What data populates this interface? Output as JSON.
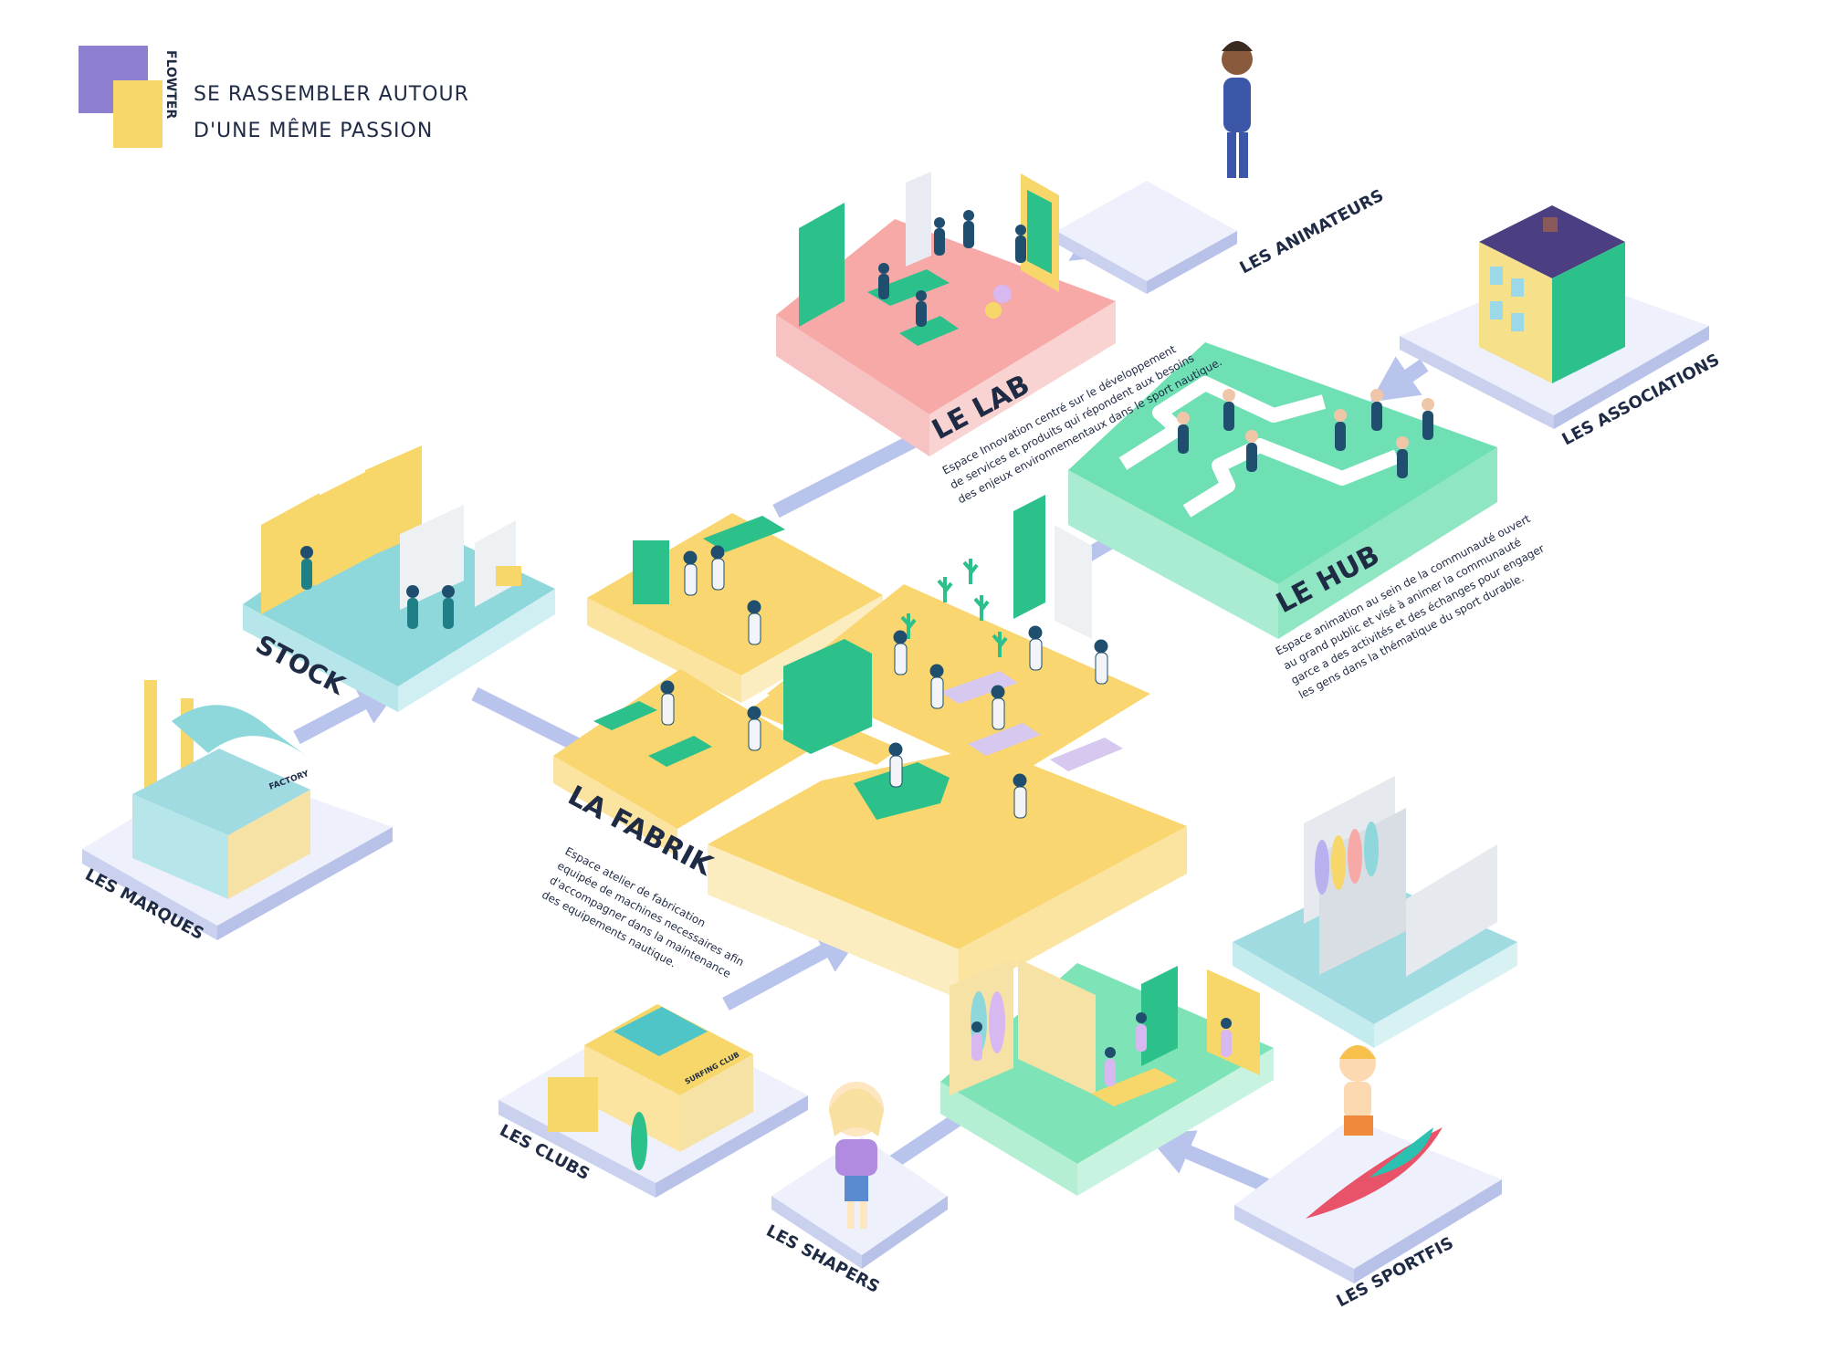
{
  "brand": {
    "name": "FLOWTER",
    "tagline_line1": "SE RASSEMBLER AUTOUR",
    "tagline_line2": "D'UNE MÊME PASSION",
    "colors": {
      "purple": "#8f7fd1",
      "yellow": "#f7d66a"
    }
  },
  "hubs": {
    "lab": {
      "title": "LE LAB",
      "description": [
        "Espace Innovation centré sur le développement",
        "de services et produits qui répondent aux besoins",
        "des enjeux environnementaux dans le sport nautique."
      ],
      "color": "#f7a9a8"
    },
    "hub": {
      "title": "LE HUB",
      "description": [
        "Espace animation au sein de la communauté ouvert",
        "au grand public et visé à animer la communauté",
        "garce a des activités et des échanges pour engager",
        "les gens dans la thématique du sport durable."
      ],
      "color": "#6fe0b4"
    },
    "fabrik": {
      "title": "LA FABRIK",
      "description": [
        "Espace atelier de fabrication",
        "equipée de machines necessaires afin",
        "d'accompagner dans la maintenance",
        "des equipements nautique."
      ],
      "color": "#f9d66f"
    },
    "stock": {
      "title": "STOCK",
      "color": "#8ed8dc"
    }
  },
  "stakeholders": {
    "animateurs": "LES ANIMATEURS",
    "associations": "LES ASSOCIATIONS",
    "marques": "LES MARQUES",
    "clubs": "LES CLUBS",
    "shapers": "LES SHAPERS",
    "sportifs": "LES SPORTFIS"
  },
  "building_signs": {
    "factory": "FACTORY",
    "club": "SURFING CLUB"
  },
  "colors": {
    "pad": "#dfe5f7",
    "arrow": "#b9c4ec",
    "shop_floor": "#7ee3b6",
    "board_room": "#9fdbe0",
    "text": "#1f2a44"
  }
}
